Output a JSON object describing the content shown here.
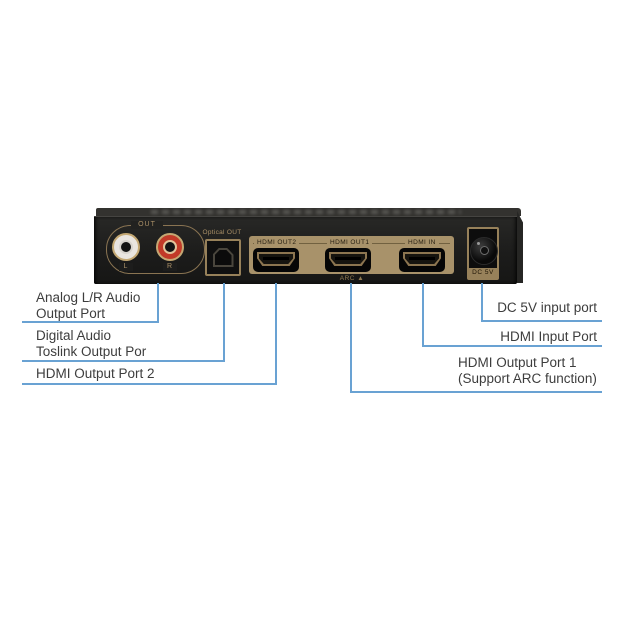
{
  "title": "HDMI audio extractor rear panel diagram",
  "colors": {
    "background": "#ffffff",
    "device_black": "#1f1f1e",
    "accent_tan": "#a8926a",
    "callout_line_blue": "#69a2d3",
    "label_text": "#3d3d3d",
    "rca_white": "#e9e5e0",
    "rca_red": "#c23a28"
  },
  "device": {
    "rca": {
      "group_label": "OUT",
      "left_label": "L",
      "right_label": "R"
    },
    "optical": {
      "label": "Optical OUT"
    },
    "hdmi": {
      "out2_label": "HDMI OUT2",
      "out1_label": "HDMI OUT1",
      "in_label": "HDMI IN",
      "arc_label": "ARC ▲"
    },
    "power": {
      "label": "DC 5V"
    }
  },
  "callouts": {
    "analog": {
      "line1": "Analog L/R Audio",
      "line2": "Output Port"
    },
    "digital": {
      "line1": "Digital Audio",
      "line2": "Toslink Output Por"
    },
    "hdmi_out2": {
      "line1": "HDMI Output Port 2"
    },
    "dc": {
      "line1": "DC 5V input port"
    },
    "hdmi_in": {
      "line1": "HDMI Input Port"
    },
    "hdmi_out1": {
      "line1": "HDMI Output Port 1",
      "line2": "(Support ARC function)"
    }
  }
}
